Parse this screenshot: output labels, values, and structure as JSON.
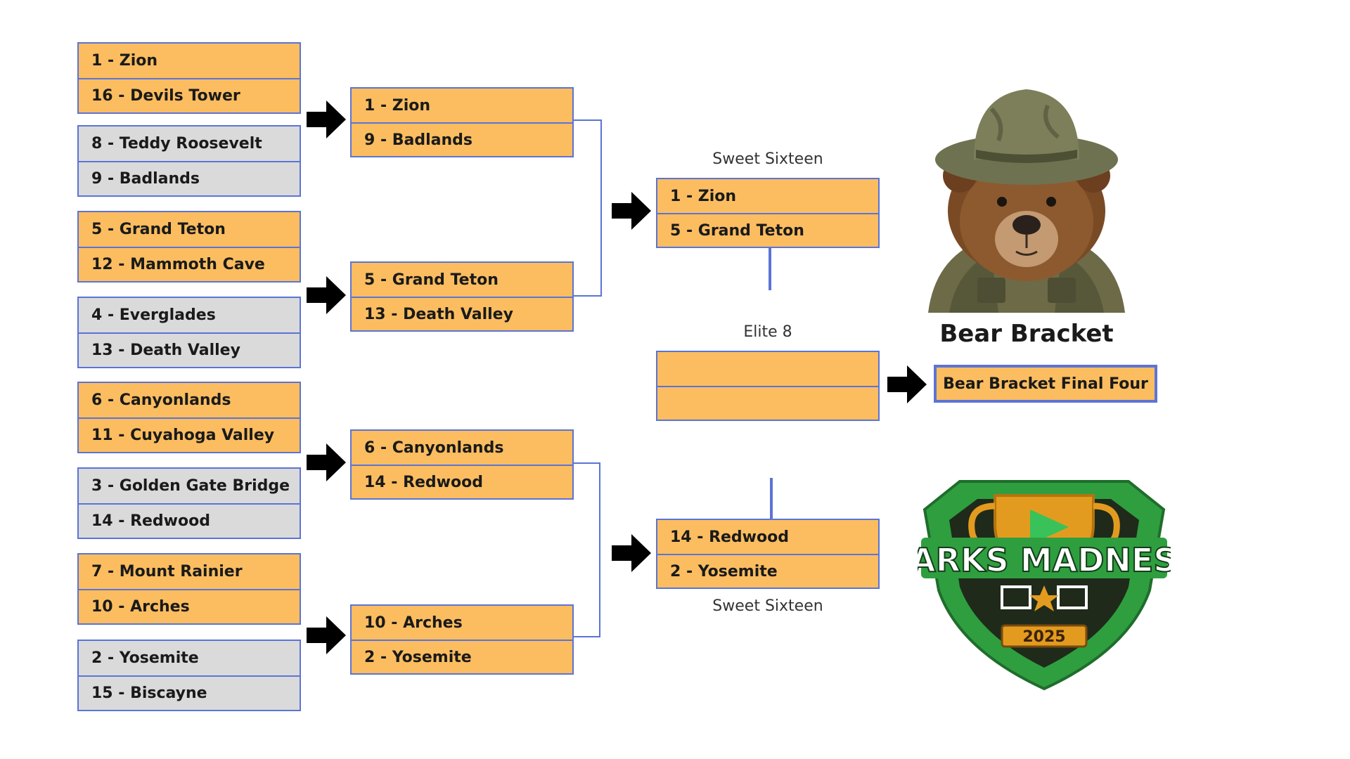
{
  "round1": [
    {
      "style": "orange",
      "teams": [
        "1 - Zion",
        "16 - Devils Tower"
      ]
    },
    {
      "style": "gray",
      "teams": [
        "8 - Teddy Roosevelt",
        "9 - Badlands"
      ]
    },
    {
      "style": "orange",
      "teams": [
        "5 - Grand Teton",
        "12 - Mammoth Cave"
      ]
    },
    {
      "style": "gray",
      "teams": [
        "4 - Everglades",
        "13 - Death Valley"
      ]
    },
    {
      "style": "orange",
      "teams": [
        "6 - Canyonlands",
        "11 - Cuyahoga Valley"
      ]
    },
    {
      "style": "gray",
      "teams": [
        "3 - Golden Gate Bridge",
        "14 - Redwood"
      ]
    },
    {
      "style": "orange",
      "teams": [
        "7 - Mount Rainier",
        "10 - Arches"
      ]
    },
    {
      "style": "gray",
      "teams": [
        "2 - Yosemite",
        "15 - Biscayne"
      ]
    }
  ],
  "round2": [
    {
      "teams": [
        "1 - Zion",
        "9 - Badlands"
      ]
    },
    {
      "teams": [
        "5 - Grand Teton",
        "13 - Death Valley"
      ]
    },
    {
      "teams": [
        "6 - Canyonlands",
        "14 - Redwood"
      ]
    },
    {
      "teams": [
        "10 - Arches",
        "2 - Yosemite"
      ]
    }
  ],
  "sweet_sixteen": {
    "top_label": "Sweet Sixteen",
    "top": {
      "teams": [
        "1 - Zion",
        "5 - Grand Teton"
      ]
    },
    "bottom_label": "Sweet Sixteen",
    "bottom": {
      "teams": [
        "14 - Redwood",
        "2 - Yosemite"
      ]
    }
  },
  "elite_eight": {
    "label": "Elite 8",
    "teams": [
      "",
      ""
    ]
  },
  "brand": {
    "title": "Bear Bracket",
    "final_four_label": "Bear Bracket Final Four",
    "logo_text": "PARKS MADNESS",
    "logo_year": "2025"
  },
  "colors": {
    "slot_orange": "#fbbd60",
    "slot_gray": "#dadada",
    "border_blue": "#5b74d6",
    "arrow": "#000000",
    "logo_green": "#2f9e3f",
    "logo_gold": "#e39b1f"
  }
}
